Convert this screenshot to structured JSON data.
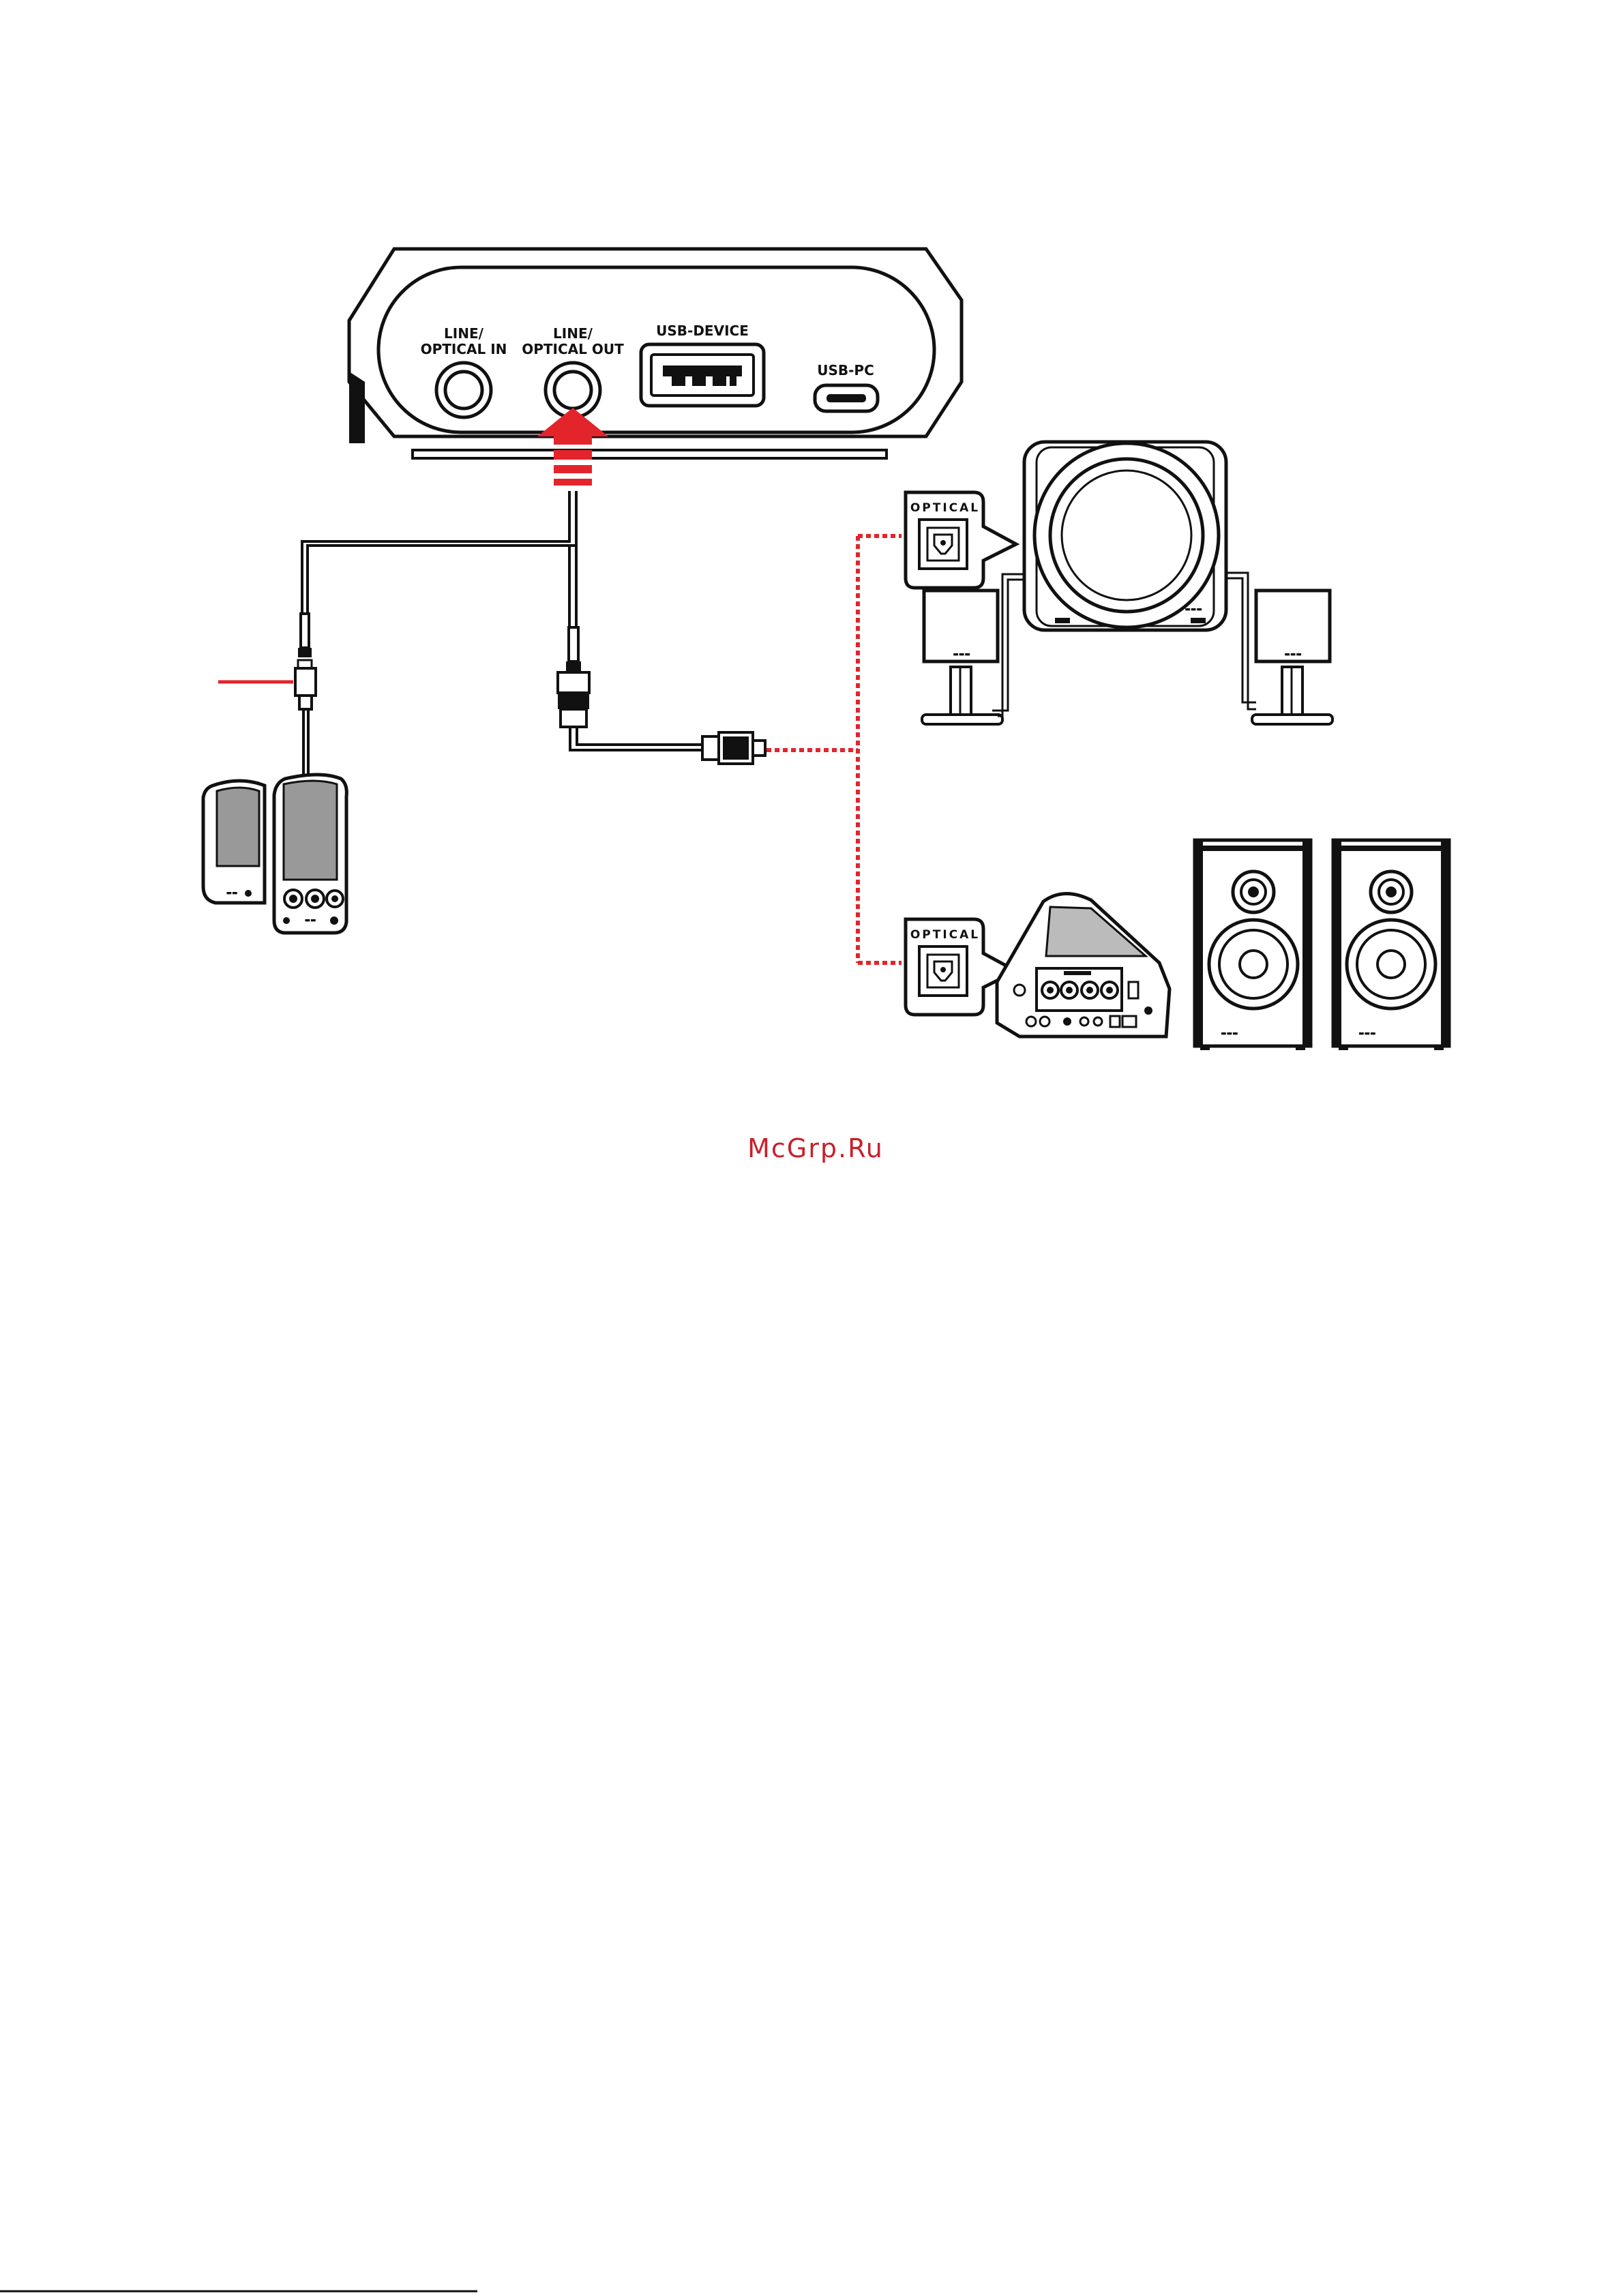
{
  "ports": {
    "line_in": [
      "LINE/",
      "OPTICAL IN"
    ],
    "line_out": [
      "LINE/",
      "OPTICAL OUT"
    ],
    "usb_device": "USB-DEVICE",
    "usb_pc": "USB-PC"
  },
  "optical_badges": {
    "top": "OPTICAL",
    "bottom": "OPTICAL"
  },
  "watermark": "McGrp.Ru",
  "colors": {
    "accent_red": "#e3242b",
    "line_black": "#111111"
  }
}
